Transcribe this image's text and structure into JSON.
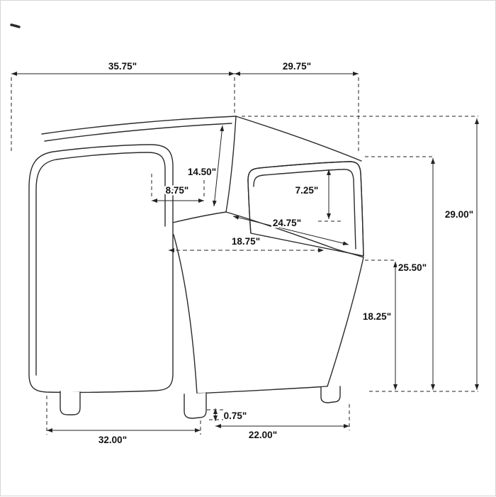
{
  "page": {
    "background": "#ffffff",
    "border_color": "#d6d6d6",
    "line_color": "#2b2b2b"
  },
  "diagram": {
    "name": "armchair-dimension-diagram",
    "labels": {
      "overall_width": "35.75\"",
      "overall_depth": "29.75\"",
      "back_cushion_height": "14.50\"",
      "arm_top_width": "8.75\"",
      "arm_height_above_seat": "7.25\"",
      "seat_depth": "24.75\"",
      "seat_width": "18.75\"",
      "overall_height": "29.00\"",
      "back_height": "25.50\"",
      "arm_floor_height": "18.25\"",
      "leg_height": "0.75\"",
      "base_width": "32.00\"",
      "base_depth": "22.00\""
    }
  }
}
